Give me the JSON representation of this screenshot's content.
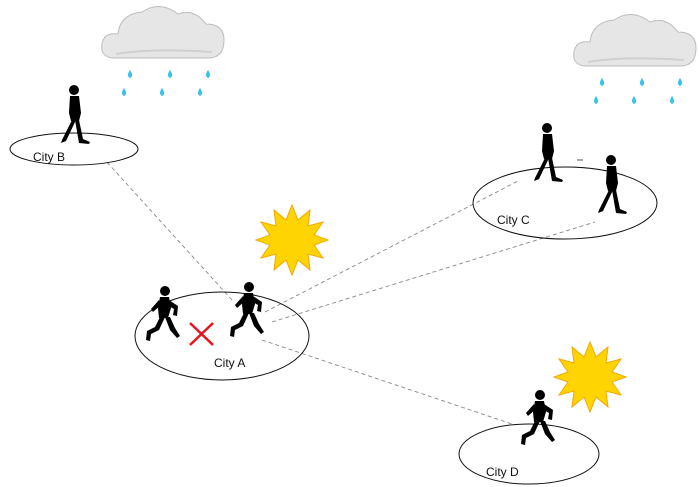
{
  "cities": {
    "a": {
      "label": "City A",
      "weather": "sunny",
      "people": [
        "runner",
        "runner"
      ]
    },
    "b": {
      "label": "City B",
      "weather": "rainy",
      "people": [
        "walker"
      ]
    },
    "c": {
      "label": "City C",
      "weather": "rainy",
      "people": [
        "walker",
        "walker"
      ]
    },
    "d": {
      "label": "City D",
      "weather": "sunny",
      "people": [
        "runner"
      ]
    }
  },
  "links": [
    {
      "from": "a",
      "to": "b"
    },
    {
      "from": "a",
      "to": "c"
    },
    {
      "from": "a",
      "to": "c"
    },
    {
      "from": "a",
      "to": "d"
    }
  ],
  "icons": {
    "sun": "sun-icon",
    "rain": "rain-cloud-icon",
    "blocked": "red-x-icon"
  },
  "colors": {
    "sun": "#FFD400",
    "sun_edge": "#F2A900",
    "rain": "#33C3EE",
    "cloud": "#E6E6E6",
    "cross": "#E8141B",
    "link": "#888888"
  }
}
